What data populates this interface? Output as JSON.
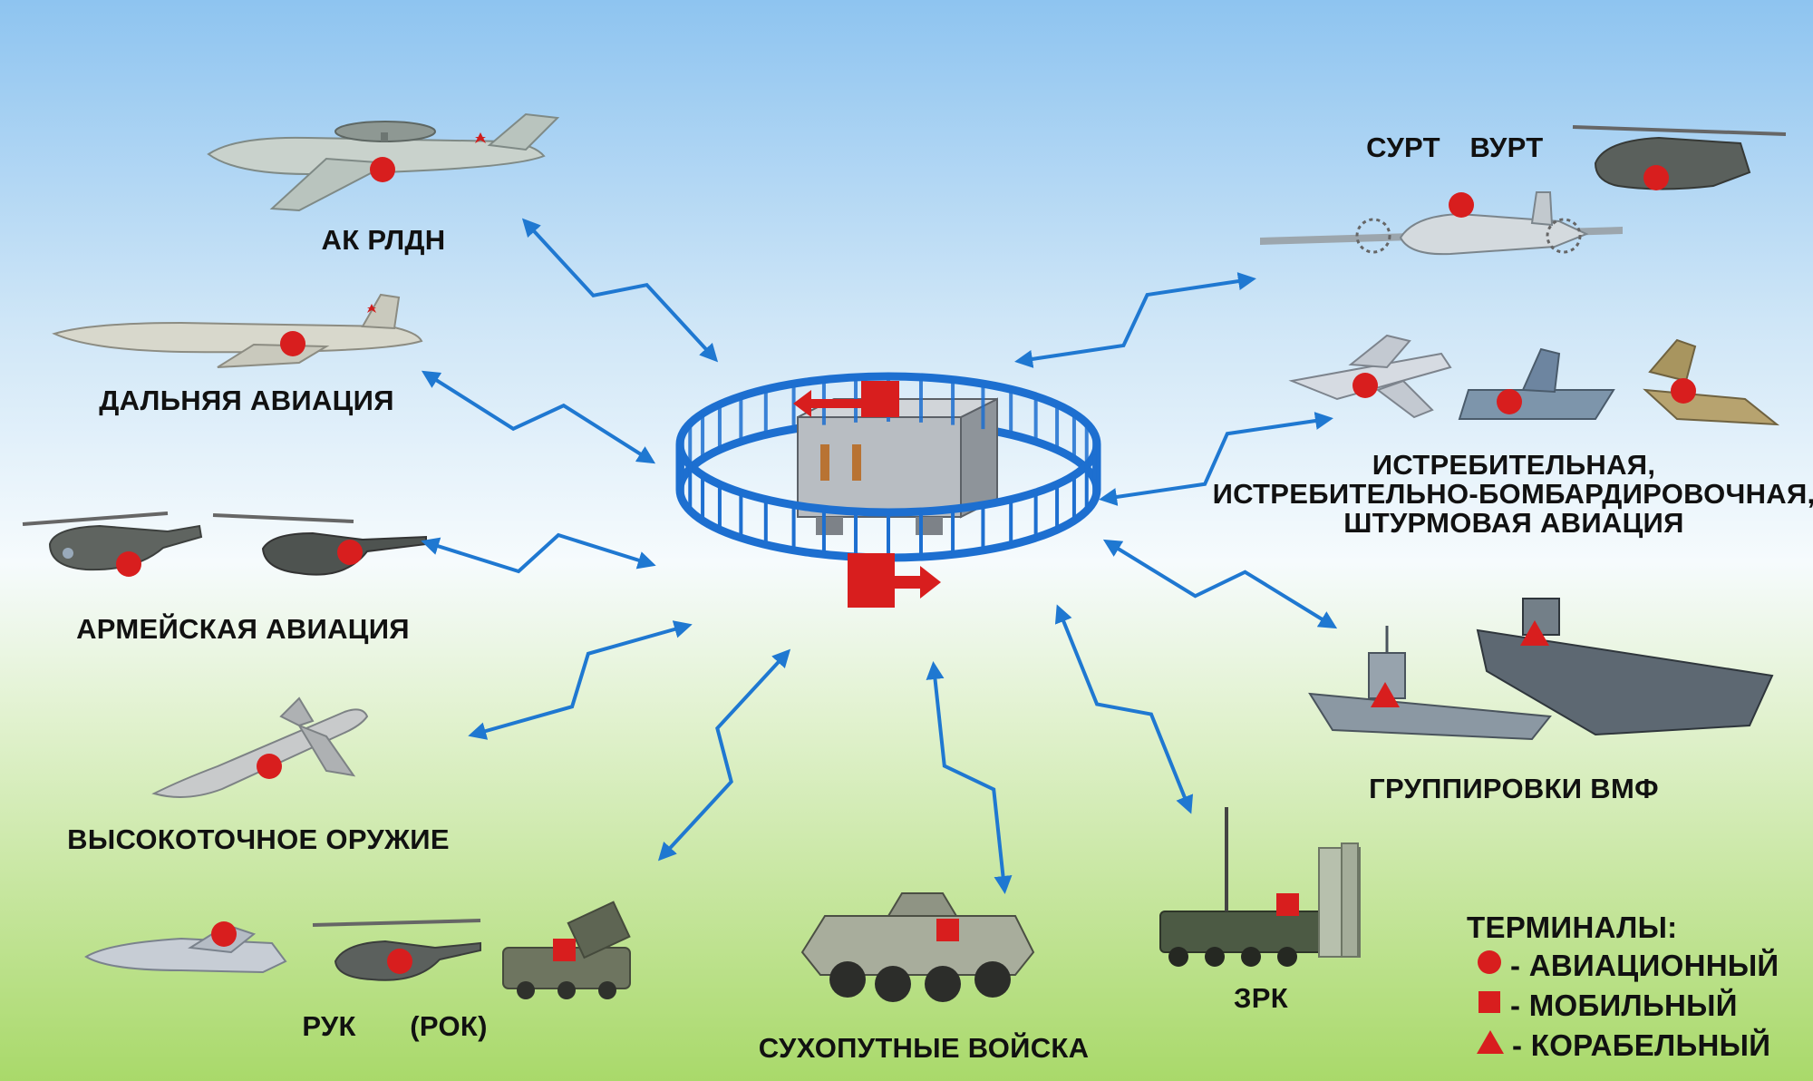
{
  "labels": {
    "ak_rldn": "АК РЛДН",
    "long_range": "ДАЛЬНЯЯ АВИАЦИЯ",
    "army": "АРМЕЙСКАЯ АВИАЦИЯ",
    "precision": "ВЫСОКОТОЧНОЕ ОРУЖИЕ",
    "ruk": "РУК",
    "rok": "(РОК)",
    "ground": "СУХОПУТНЫЕ ВОЙСКА",
    "zrk": "ЗРК",
    "navy": "ГРУППИРОВКИ ВМФ",
    "surt": "СУРТ",
    "vurt": "ВУРТ",
    "fighter_1": "ИСТРЕБИТЕЛЬНАЯ,",
    "fighter_2": "ИСТРЕБИТЕЛЬНО-БОМБАРДИРОВОЧНАЯ,",
    "fighter_3": "ШТУРМОВАЯ АВИАЦИЯ"
  },
  "legend": {
    "title": "ТЕРМИНАЛЫ:",
    "aviation": "- АВИАЦИОННЫЙ",
    "mobile": "- МОБИЛЬНЫЙ",
    "ship": "- КОРАБЕЛЬНЫЙ"
  },
  "colors": {
    "link_blue": "#1f78d1",
    "marker_red": "#d81e1e",
    "ring_blue": "#1d6fd0"
  }
}
